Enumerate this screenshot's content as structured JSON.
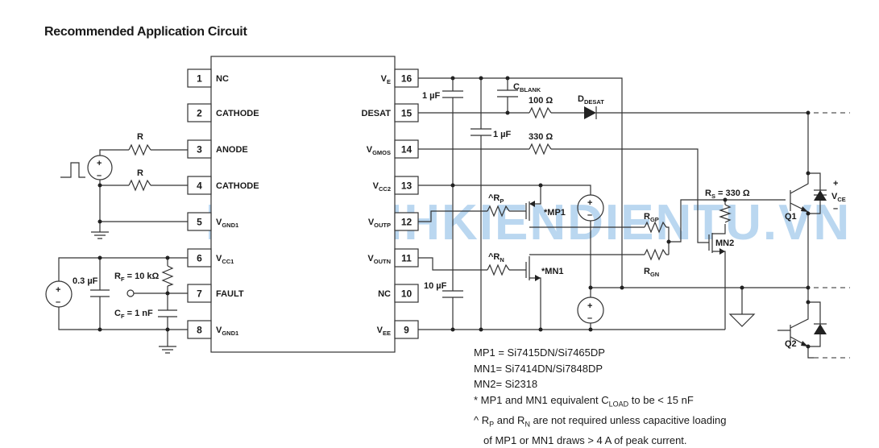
{
  "title": "Recommended Application Circuit",
  "watermark": "BANLINHKIENDIENTU.VN",
  "left_pins": [
    {
      "num": "1",
      "label": "NC"
    },
    {
      "num": "2",
      "label": "CATHODE"
    },
    {
      "num": "3",
      "label": "ANODE"
    },
    {
      "num": "4",
      "label": "CATHODE"
    },
    {
      "num": "5",
      "label": "V",
      "sub": "GND1"
    },
    {
      "num": "6",
      "label": "V",
      "sub": "CC1"
    },
    {
      "num": "7",
      "label": "FAULT"
    },
    {
      "num": "8",
      "label": "V",
      "sub": "GND1"
    }
  ],
  "right_pins": [
    {
      "num": "16",
      "label": "V",
      "sub": "E"
    },
    {
      "num": "15",
      "label": "DESAT"
    },
    {
      "num": "14",
      "label": "V",
      "sub": "GMOS"
    },
    {
      "num": "13",
      "label": "V",
      "sub": "CC2"
    },
    {
      "num": "12",
      "label": "V",
      "sub": "OUTP"
    },
    {
      "num": "11",
      "label": "V",
      "sub": "OUTN"
    },
    {
      "num": "10",
      "label": "NC"
    },
    {
      "num": "9",
      "label": "V",
      "sub": "EE"
    }
  ],
  "components": {
    "r_anode": "R",
    "r_cathode": "R",
    "rf": {
      "main": "R",
      "sub": "F",
      "val": " = 10 kΩ"
    },
    "cf": {
      "main": "C",
      "sub": "F",
      "val": " = 1 nF"
    },
    "c03": "0.3 µF",
    "c1a": "1 µF",
    "c1b": "1 µF",
    "c10": "10 µF",
    "cblank": {
      "main": "C",
      "sub": "BLANK"
    },
    "r100": "100 Ω",
    "r330": "330 Ω",
    "ddesat": {
      "main": "D",
      "sub": "DESAT"
    },
    "rp": {
      "main": "^R",
      "sub": "P"
    },
    "rn": {
      "main": "^R",
      "sub": "N"
    },
    "mp1": "*MP1",
    "mn1": "*MN1",
    "mn2": "MN2",
    "rgp": {
      "main": "R",
      "sub": "GP"
    },
    "rgn": {
      "main": "R",
      "sub": "GN"
    },
    "rs": {
      "main": "R",
      "sub": "S",
      "val": " = 330 Ω"
    },
    "q1": "Q1",
    "q2": "Q2",
    "vce": {
      "plus": "+",
      "main": "V",
      "sub": "CE",
      "minus": "–"
    },
    "src_plus": "+",
    "src_minus": "–"
  },
  "notes": {
    "mp1": "MP1 = Si7415DN/Si7465DP",
    "mn1": "MN1= Si7414DN/Si7848DP",
    "mn2": "MN2= Si2318",
    "n1a": "*  MP1 and MN1 equivalent C",
    "n1sub": "LOAD",
    "n1b": " to be < 15 nF",
    "n2a": "^ R",
    "n2s1": "P",
    "n2b": " and R",
    "n2s2": "N",
    "n2c": " are not required unless capacitive loading",
    "n3": "of MP1 or MN1 draws > 4 A of peak current."
  }
}
